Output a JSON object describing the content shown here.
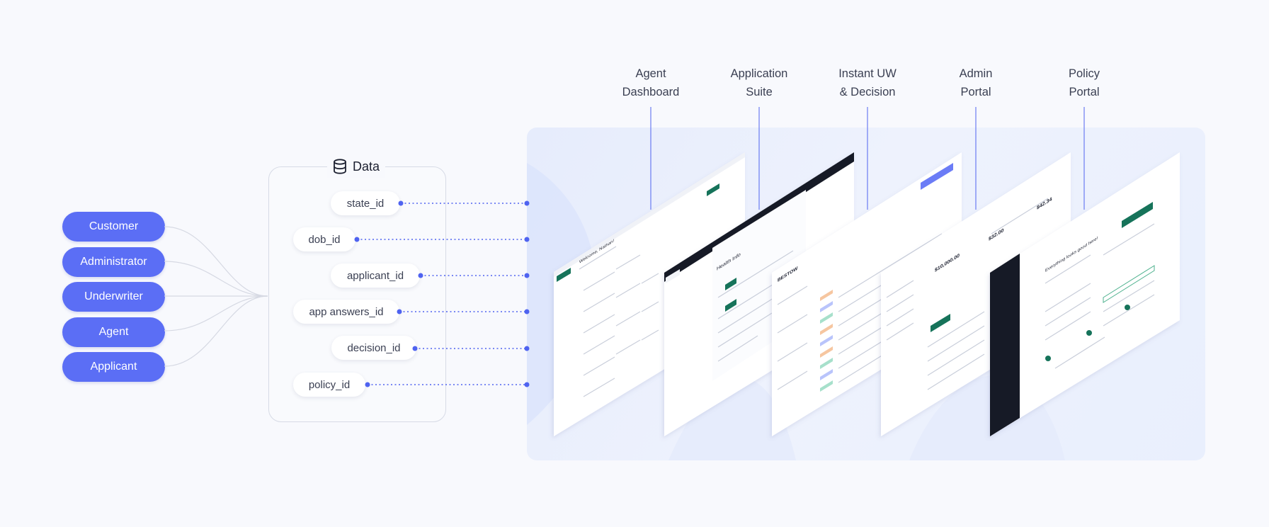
{
  "roles": [
    "Customer",
    "Administrator",
    "Underwriter",
    "Agent",
    "Applicant"
  ],
  "data_box": {
    "title": "Data",
    "icon": "database-icon",
    "fields": [
      "state_id",
      "dob_id",
      "applicant_id",
      "app answers_id",
      "decision_id",
      "policy_id"
    ]
  },
  "products": [
    {
      "line1": "Agent",
      "line2": "Dashboard"
    },
    {
      "line1": "Application",
      "line2": "Suite"
    },
    {
      "line1": "Instant UW",
      "line2": "& Decision"
    },
    {
      "line1": "Admin",
      "line2": "Portal"
    },
    {
      "line1": "Policy",
      "line2": "Portal"
    }
  ],
  "colors": {
    "accent": "#5b6ef5",
    "connector": "#4f63f0",
    "brand_green": "#16735a",
    "dark_screen": "#161a26"
  },
  "screen_text": {
    "agent_dashboard_heading": "Welcome, Nathan!",
    "application_heading": "Health Info",
    "brand": "BESTOW",
    "amount_a": "$10,000.00",
    "amount_b": "$32.00",
    "amount_c": "$42.34",
    "policy_greeting": "Everything looks good here!"
  }
}
